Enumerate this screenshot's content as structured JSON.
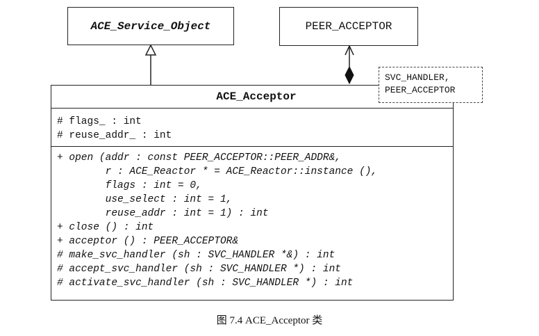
{
  "diagram": {
    "service_object": {
      "label": "ACE_Service_Object"
    },
    "peer_acceptor": {
      "label": "PEER_ACCEPTOR"
    },
    "template_params": {
      "lines": [
        "SVC_HANDLER,",
        "PEER_ACCEPTOR"
      ]
    },
    "acceptor": {
      "name": "ACE_Acceptor",
      "attributes": [
        "# flags_ : int",
        "# reuse_addr_ : int"
      ],
      "operations": [
        "+ open (addr : const PEER_ACCEPTOR::PEER_ADDR&,",
        "        r : ACE_Reactor * = ACE_Reactor::instance (),",
        "        flags : int = 0,",
        "        use_select : int = 1,",
        "        reuse_addr : int = 1) : int",
        "+ close () : int",
        "+ acceptor () : PEER_ACCEPTOR&",
        "# make_svc_handler (sh : SVC_HANDLER *&) : int",
        "# accept_svc_handler (sh : SVC_HANDLER *) : int",
        "# activate_svc_handler (sh : SVC_HANDLER *) : int"
      ]
    }
  },
  "caption": "图 7.4   ACE_Acceptor 类"
}
